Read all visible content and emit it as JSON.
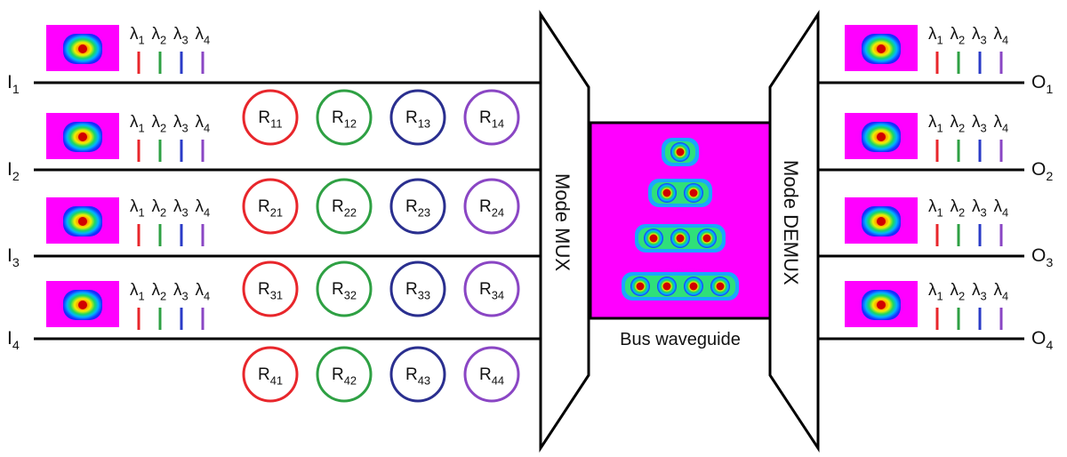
{
  "inputs": [
    {
      "base": "I",
      "sub": "1"
    },
    {
      "base": "I",
      "sub": "2"
    },
    {
      "base": "I",
      "sub": "3"
    },
    {
      "base": "I",
      "sub": "4"
    }
  ],
  "outputs": [
    {
      "base": "O",
      "sub": "1"
    },
    {
      "base": "O",
      "sub": "2"
    },
    {
      "base": "O",
      "sub": "3"
    },
    {
      "base": "O",
      "sub": "4"
    }
  ],
  "wavelengths": [
    {
      "base": "λ",
      "sub": "1",
      "color": "#e8262b"
    },
    {
      "base": "λ",
      "sub": "2",
      "color": "#2ea043"
    },
    {
      "base": "λ",
      "sub": "3",
      "color": "#2a3bc7"
    },
    {
      "base": "λ",
      "sub": "4",
      "color": "#8a46c4"
    }
  ],
  "resonators": [
    [
      {
        "base": "R",
        "sub": "11"
      },
      {
        "base": "R",
        "sub": "12"
      },
      {
        "base": "R",
        "sub": "13"
      },
      {
        "base": "R",
        "sub": "14"
      }
    ],
    [
      {
        "base": "R",
        "sub": "21"
      },
      {
        "base": "R",
        "sub": "22"
      },
      {
        "base": "R",
        "sub": "23"
      },
      {
        "base": "R",
        "sub": "24"
      }
    ],
    [
      {
        "base": "R",
        "sub": "31"
      },
      {
        "base": "R",
        "sub": "32"
      },
      {
        "base": "R",
        "sub": "33"
      },
      {
        "base": "R",
        "sub": "34"
      }
    ],
    [
      {
        "base": "R",
        "sub": "41"
      },
      {
        "base": "R",
        "sub": "42"
      },
      {
        "base": "R",
        "sub": "43"
      },
      {
        "base": "R",
        "sub": "44"
      }
    ]
  ],
  "resonator_colors": [
    "#e8262b",
    "#2ea043",
    "#2a2f8f",
    "#8a46c4"
  ],
  "mux_label": "Mode MUX",
  "demux_label": "Mode DEMUX",
  "bus_label": "Bus waveguide",
  "bus_background": "#ff00ff",
  "bus_modes": [
    1,
    2,
    3,
    4
  ]
}
